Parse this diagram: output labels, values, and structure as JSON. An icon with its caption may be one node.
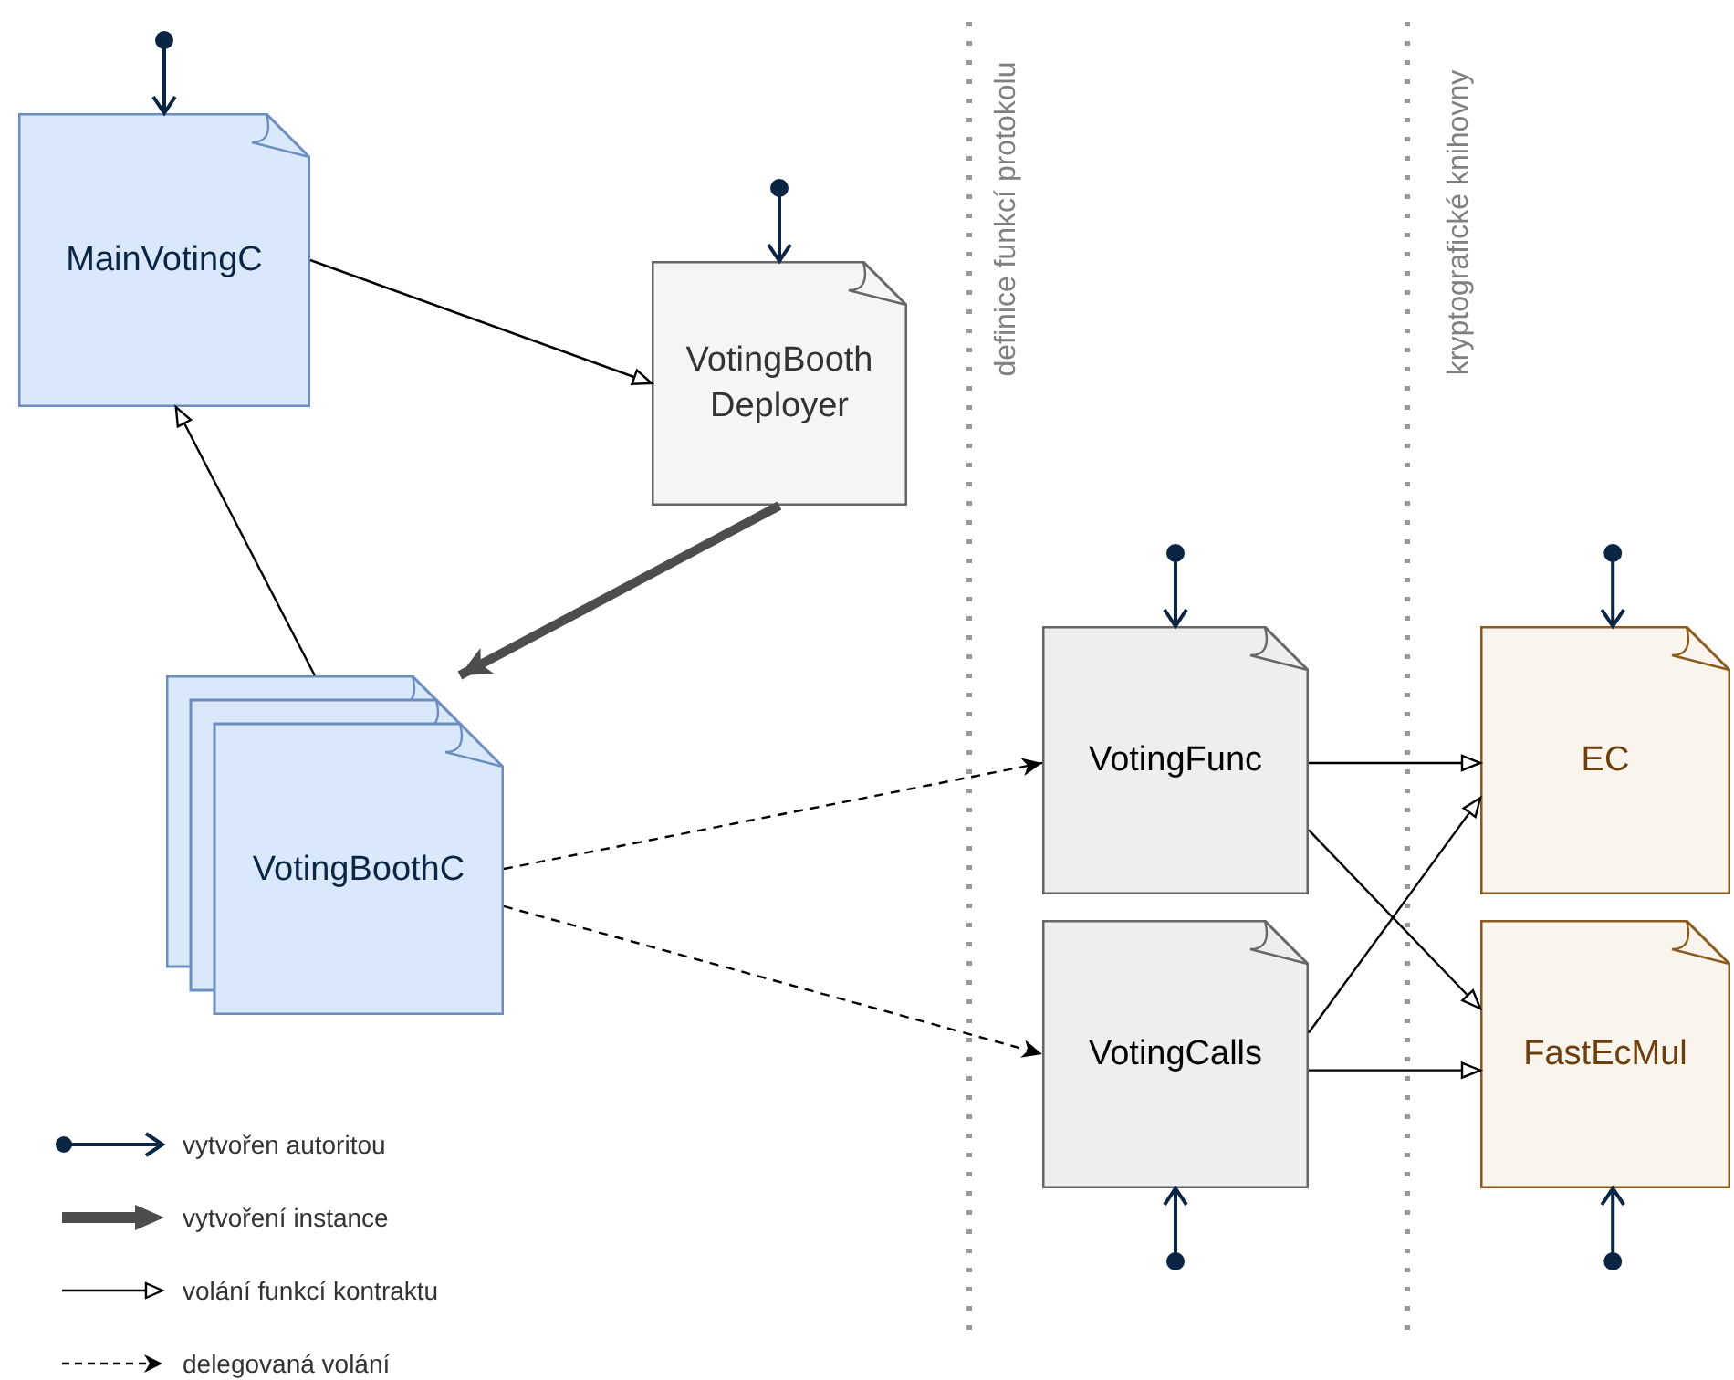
{
  "diagram": {
    "nodes": [
      {
        "text": [
          "MainVotingC"
        ]
      },
      {
        "text": [
          "VotingBooth Deployer"
        ]
      },
      {
        "text": [
          "VotingBoothC"
        ]
      },
      {
        "text": [
          "VotingFunc"
        ]
      },
      {
        "text": [
          "VotingCalls"
        ]
      },
      {
        "text": [
          "EC"
        ]
      },
      {
        "text": [
          "FastEcMul"
        ]
      }
    ],
    "edges": [
      {
        "from": null,
        "to": 0,
        "arrow": "to",
        "color": "#0b2545"
      },
      {
        "from": null,
        "to": 1,
        "arrow": "to",
        "color": "#0b2545"
      },
      {
        "from": 0,
        "to": 1,
        "arrow": "to"
      },
      {
        "from": 2,
        "to": 0,
        "arrow": "to"
      },
      {
        "from": 1,
        "to": 2,
        "arrow": "to",
        "style": "thick",
        "color": "#4d4d4d"
      },
      {
        "from": 2,
        "to": 3,
        "arrow": "to",
        "style": "dashed"
      },
      {
        "from": 2,
        "to": 4,
        "arrow": "to",
        "style": "dashed"
      },
      {
        "from": null,
        "to": 3,
        "arrow": "to",
        "color": "#0b2545"
      },
      {
        "from": null,
        "to": 5,
        "arrow": "to",
        "color": "#0b2545"
      },
      {
        "from": 3,
        "to": 5,
        "arrow": "to"
      },
      {
        "from": 3,
        "to": 6,
        "arrow": "to"
      },
      {
        "from": 4,
        "to": 5,
        "arrow": "to"
      },
      {
        "from": 4,
        "to": 6,
        "arrow": "to"
      },
      {
        "from": null,
        "to": 4,
        "arrow": "to",
        "color": "#0b2545"
      },
      {
        "from": null,
        "to": 6,
        "arrow": "to",
        "color": "#0b2545"
      }
    ],
    "labels": [
      "definice funkcí protokolu",
      "kryptografické knihovny"
    ],
    "legend": [
      {
        "text": "vytvořen autoritou"
      },
      {
        "text": "vytvoření instance"
      },
      {
        "text": "volání funkcí kontraktu"
      },
      {
        "text": "delegovaná volání"
      }
    ]
  }
}
